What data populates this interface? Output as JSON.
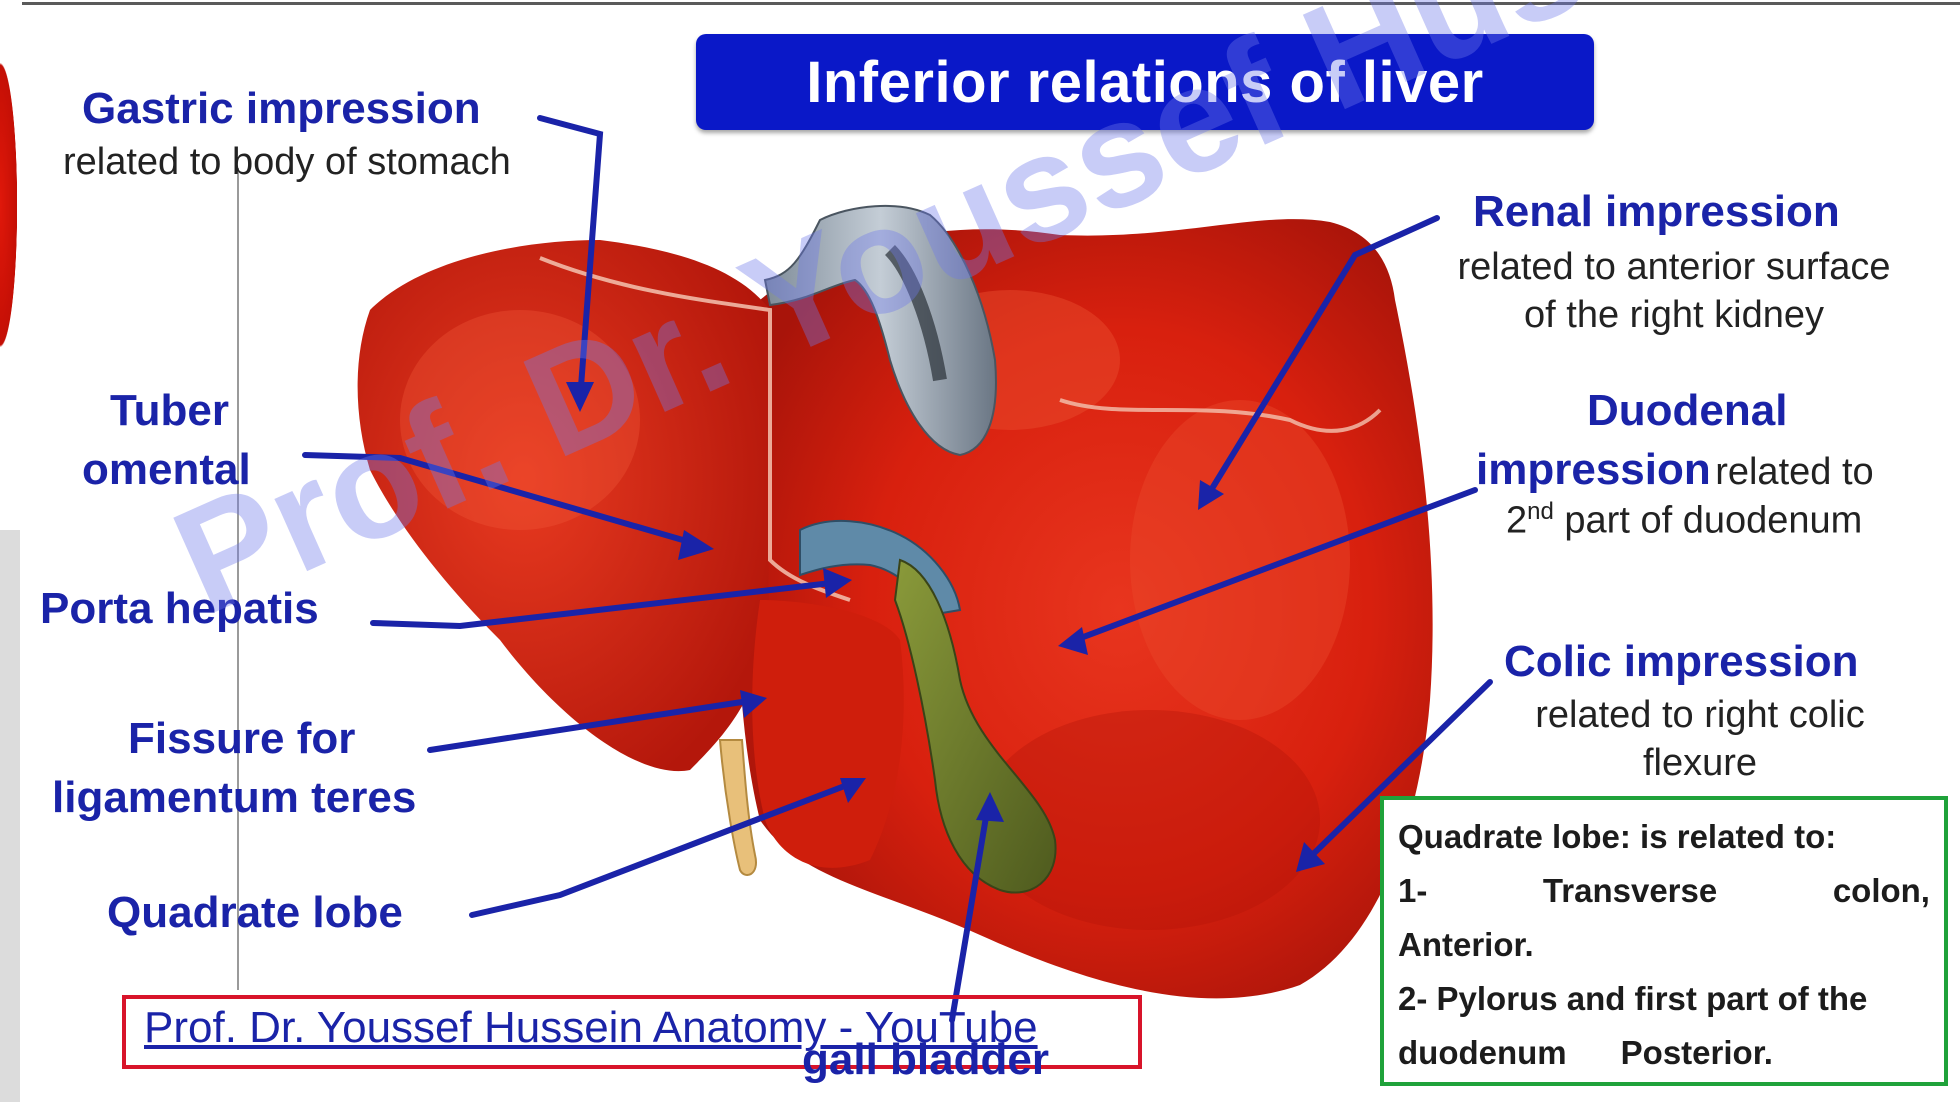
{
  "title": "Inferior relations of liver",
  "labels": {
    "gastric_title": "Gastric impression",
    "gastric_sub": "related to body of stomach",
    "renal_title": "Renal impression",
    "renal_sub_1": "related to anterior surface",
    "renal_sub_2": "of the right kidney",
    "tuber_1": "Tuber",
    "tuber_2": "omental",
    "duodenal_title": "Duodenal",
    "duodenal_bold": "impression",
    "duodenal_rest": "related to",
    "duodenal_ord_num": "2",
    "duodenal_ord_sup": "nd",
    "duodenal_line3": "part of duodenum",
    "porta": "Porta hepatis",
    "fissure_1": "Fissure for",
    "fissure_2": "ligamentum teres",
    "colic_title": "Colic impression",
    "colic_sub_1": "related to right colic",
    "colic_sub_2": "flexure",
    "quadrate": "Quadrate lobe",
    "gall": "gall bladder"
  },
  "credit": "Prof. Dr. Youssef Hussein Anatomy - YouTube",
  "watermark": "Prof. Dr. Youssef Hussein",
  "note": {
    "heading": "Quadrate lobe: is related to:",
    "item1_a": "1-",
    "item1_b": "Transverse",
    "item1_c": "colon,",
    "item1_d": "Anterior.",
    "item2": "2- Pylorus and first part of the",
    "item3_a": "duodenum",
    "item3_b": "Posterior."
  },
  "colors": {
    "label_blue": "#1a23a8",
    "title_bg": "#0a18c8",
    "liver_red": "#d8200e",
    "gallbladder_green": "#6b7a2c",
    "credit_border": "#d8142a",
    "note_border": "#1fa23a"
  }
}
